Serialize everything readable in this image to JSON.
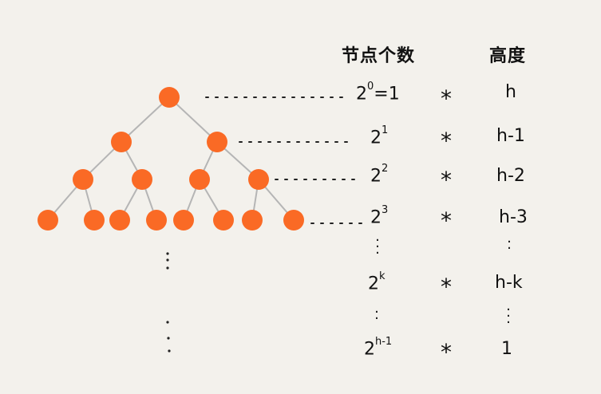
{
  "headers": {
    "node_count": "节点个数",
    "height": "高度"
  },
  "rows": [
    {
      "base": "2",
      "exp": "0",
      "suffix": "=1",
      "op": "*",
      "height": "h"
    },
    {
      "base": "2",
      "exp": "1",
      "suffix": "",
      "op": "*",
      "height": "h-1"
    },
    {
      "base": "2",
      "exp": "2",
      "suffix": "",
      "op": "*",
      "height": "h-2"
    },
    {
      "base": "2",
      "exp": "3",
      "suffix": "",
      "op": "*",
      "height": "h-3"
    },
    {
      "base": "2",
      "exp": "k",
      "suffix": "",
      "op": "*",
      "height": "h-k"
    },
    {
      "base": "2",
      "exp": "h-1",
      "suffix": "",
      "op": "*",
      "height": "1"
    }
  ],
  "colors": {
    "node": "#fa6a25",
    "edge": "#b5b5b5",
    "background": "#f3f1ec"
  }
}
